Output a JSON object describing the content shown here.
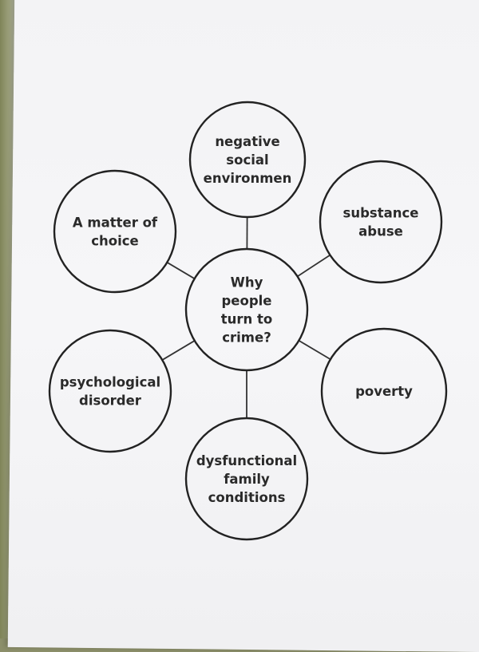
{
  "diagram": {
    "center": {
      "lines": [
        "Why",
        "people",
        "turn to",
        "crime?"
      ]
    },
    "nodes": [
      {
        "id": "negative-social-environment",
        "lines": [
          "negative",
          "social",
          "environmen"
        ]
      },
      {
        "id": "substance-abuse",
        "lines": [
          "substance",
          "abuse"
        ]
      },
      {
        "id": "poverty",
        "lines": [
          "poverty"
        ]
      },
      {
        "id": "dysfunctional-family-conditions",
        "lines": [
          "dysfunctional",
          "family",
          "conditions"
        ]
      },
      {
        "id": "psychological-disorder",
        "lines": [
          "psychological",
          "disorder"
        ]
      },
      {
        "id": "a-matter-of-choice",
        "lines": [
          "A matter of",
          "choice"
        ]
      }
    ],
    "colors": {
      "ink": "#222222",
      "paper": "#f4f4f6"
    }
  }
}
